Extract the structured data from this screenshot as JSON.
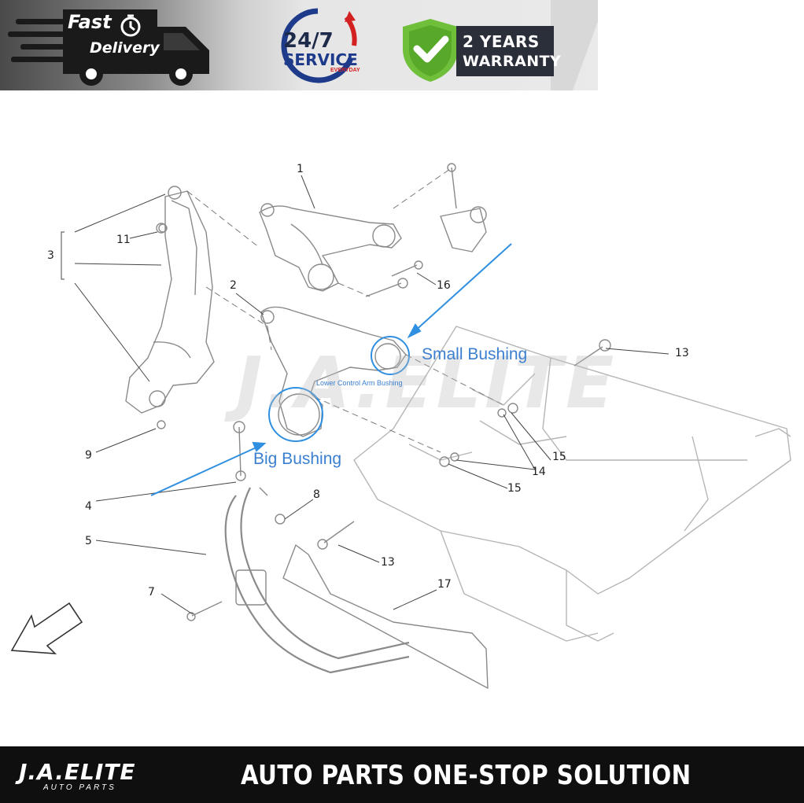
{
  "banner": {
    "fast": "Fast",
    "delivery": "Delivery",
    "service_num": "24/7",
    "service_word": "SERVICE",
    "service_sub": "EVERYDAY",
    "warranty_line1": "2 YEARS",
    "warranty_line2": "WARRANTY"
  },
  "diagram": {
    "callouts": [
      "1",
      "2",
      "3",
      "4",
      "5",
      "7",
      "8",
      "9",
      "11",
      "13",
      "13",
      "14",
      "15",
      "15",
      "16",
      "17"
    ],
    "small_bushing": "Small Bushing",
    "big_bushing": "Big Bushing",
    "lower_arm_bushing": "Lower Control Arm Bushing",
    "watermark": "J.A.ELITE"
  },
  "colors": {
    "accent_blue": "#3a7fd0",
    "arrow_blue": "#2f8fe0",
    "warranty_green": "#6fbf3a",
    "banner_dark": "#0f0f0f"
  },
  "footer": {
    "logo": "J.A.ELITE",
    "logo_sub": "AUTO PARTS",
    "tagline": "AUTO PARTS ONE-STOP SOLUTION"
  }
}
